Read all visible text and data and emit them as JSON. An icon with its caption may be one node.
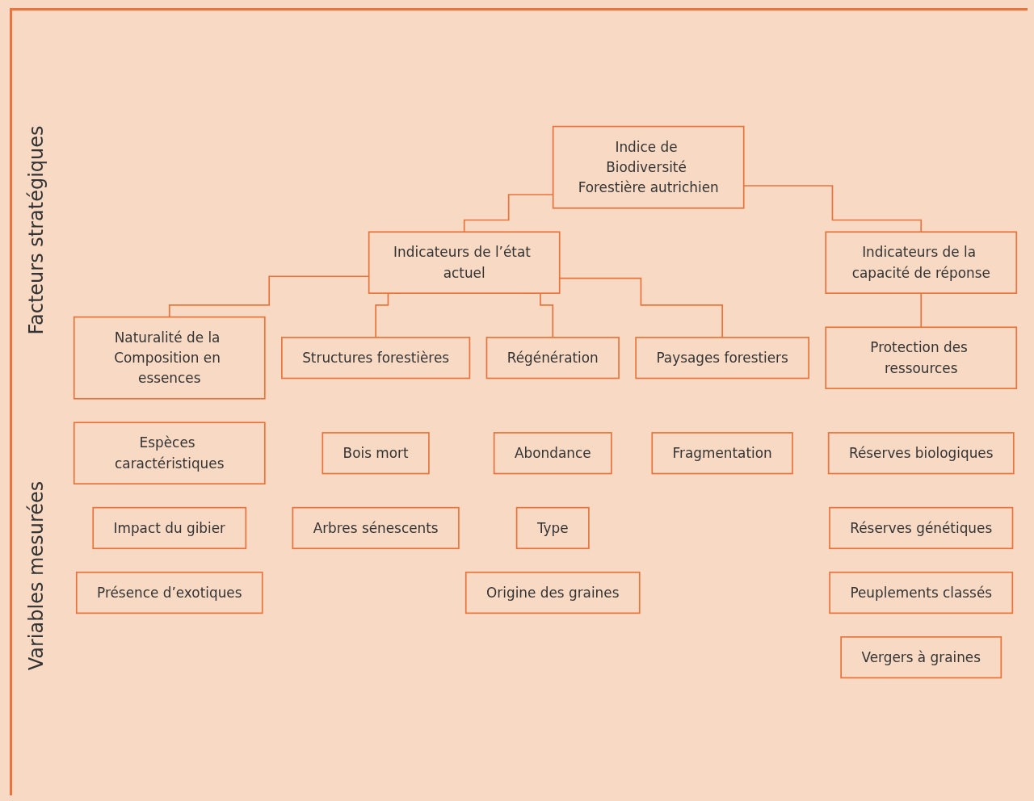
{
  "diagram": {
    "nodes": [
      {
        "text": [
          "Indice de Biodiversité Forestière autrichien"
        ]
      },
      {
        "text": [
          "Indicateurs de l’état actuel"
        ]
      },
      {
        "text": [
          "Indicateurs de la capacité de réponse"
        ]
      },
      {
        "text": [
          "Naturalité de la Composition en essences"
        ]
      },
      {
        "text": [
          "Structures forestières"
        ]
      },
      {
        "text": [
          "Régénération"
        ]
      },
      {
        "text": [
          "Paysages forestiers"
        ]
      },
      {
        "text": [
          "Protection des ressources"
        ]
      },
      {
        "text": [
          "Espèces caractéristiques"
        ]
      },
      {
        "text": [
          "Bois mort"
        ]
      },
      {
        "text": [
          "Abondance"
        ]
      },
      {
        "text": [
          "Fragmentation"
        ]
      },
      {
        "text": [
          "Réserves biologiques"
        ]
      },
      {
        "text": [
          "Impact du gibier"
        ]
      },
      {
        "text": [
          "Arbres sénescents"
        ]
      },
      {
        "text": [
          "Type"
        ]
      },
      {
        "text": [
          "Réserves génétiques"
        ]
      },
      {
        "text": [
          "Présence d’exotiques"
        ]
      },
      {
        "text": [
          "Origine des graines"
        ]
      },
      {
        "text": [
          "Peuplements classés"
        ]
      },
      {
        "text": [
          "Vergers à graines"
        ]
      }
    ],
    "edges": [
      {
        "from": 0,
        "to": 1,
        "arrow": "none"
      },
      {
        "from": 0,
        "to": 2,
        "arrow": "none"
      },
      {
        "from": 1,
        "to": 3,
        "arrow": "none"
      },
      {
        "from": 1,
        "to": 4,
        "arrow": "none"
      },
      {
        "from": 1,
        "to": 5,
        "arrow": "none"
      },
      {
        "from": 1,
        "to": 6,
        "arrow": "none"
      },
      {
        "from": 2,
        "to": 7,
        "arrow": "none"
      }
    ],
    "labels": [
      "Facteurs stratégiques",
      "Variables mesurées"
    ]
  }
}
